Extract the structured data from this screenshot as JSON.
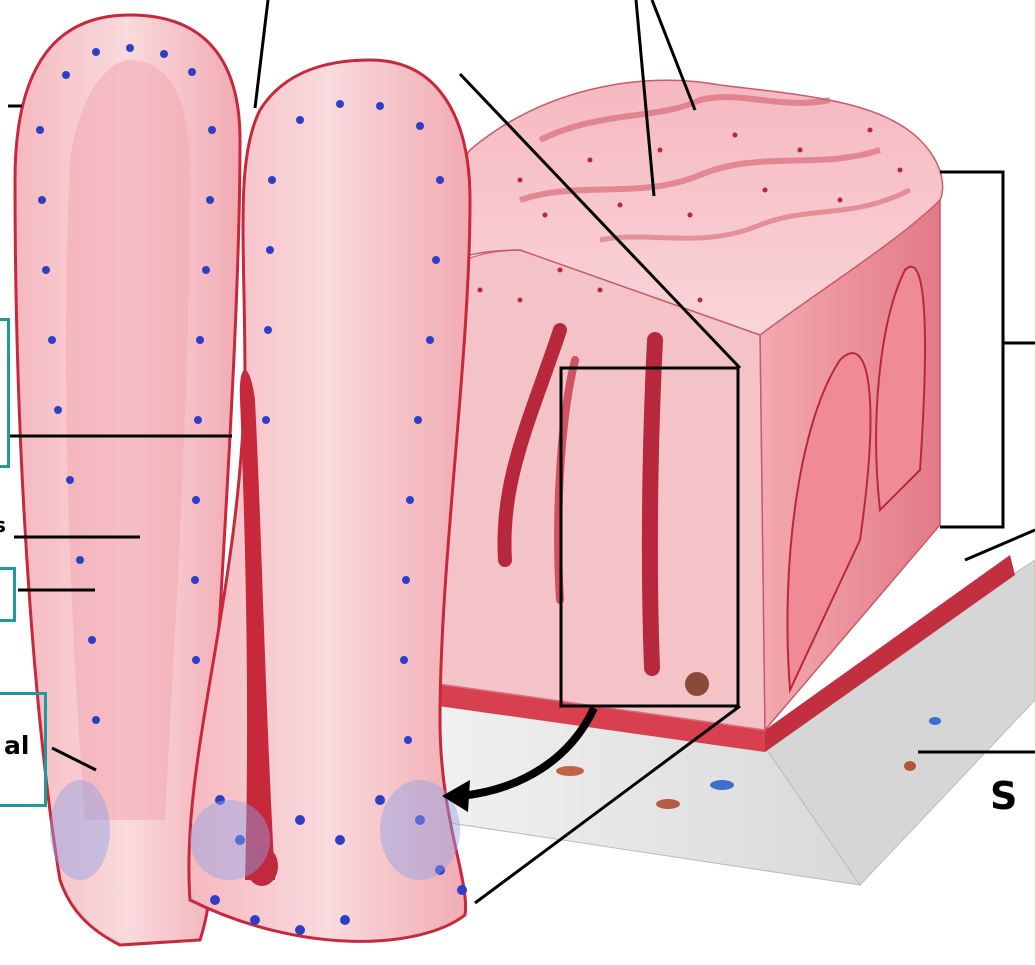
{
  "labels": {
    "left_bottom": "al",
    "right_side": "S",
    "left_mid_cut": "s"
  },
  "colors": {
    "tissue_light": "#f7c9cc",
    "tissue_mid": "#ee8f98",
    "tissue_dark": "#c8283c",
    "nucleus": "#2e3fc6",
    "submucosa": "#eeeeee",
    "label_box": "#1f9a9a",
    "line": "#000000"
  }
}
